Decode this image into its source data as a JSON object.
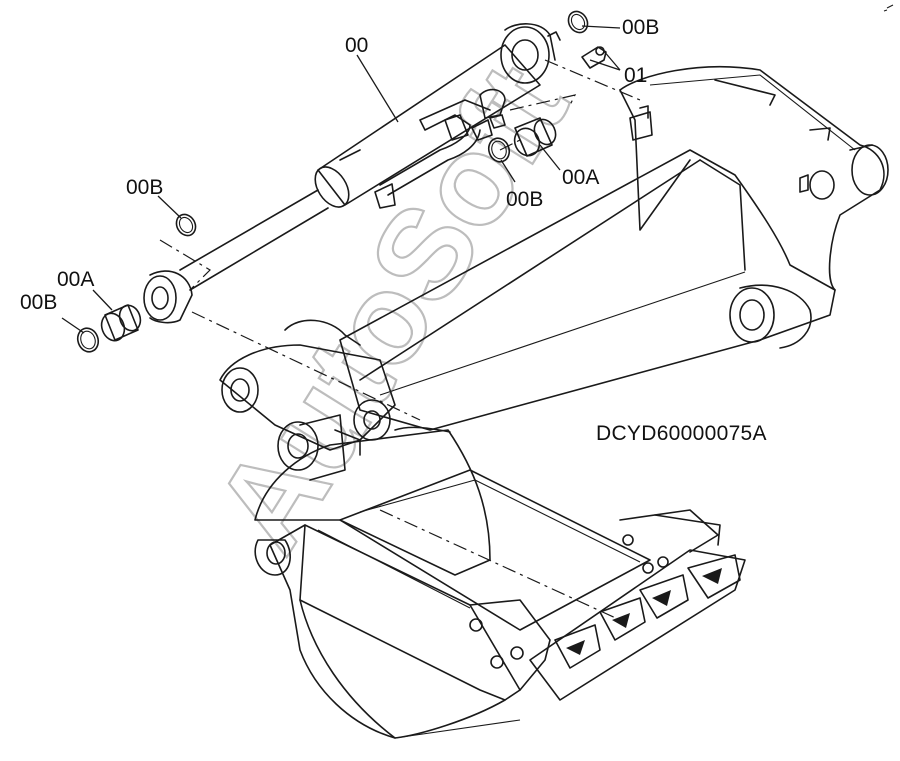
{
  "drawing_code": "DCYD60000075A",
  "watermark": "AutoSoft",
  "callouts": {
    "cylinder": "00",
    "seal_top": "00B",
    "fitting": "01",
    "bushing_right": "00A",
    "seal_right": "00B",
    "seal_left_upper": "00B",
    "bushing_left": "00A",
    "seal_left": "00B"
  }
}
